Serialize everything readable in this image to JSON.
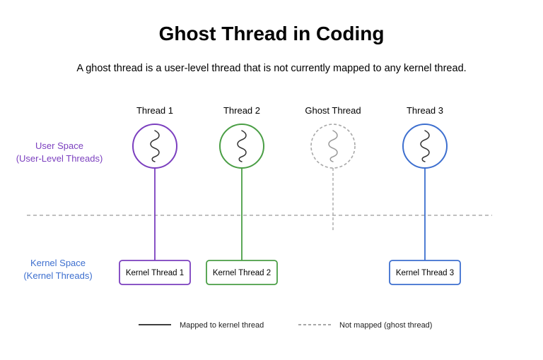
{
  "title": "Ghost Thread in Coding",
  "subtitle": "A ghost thread is a user-level thread that is not currently mapped to any kernel thread.",
  "colors": {
    "purple": "#7b3fbf",
    "green": "#4a9e45",
    "gray": "#a8a8a8",
    "blue": "#3d6fcf",
    "divider": "#9a9a9a",
    "text": "#111111"
  },
  "spaces": {
    "user": {
      "line1": "User Space",
      "line2": "(User-Level Threads)"
    },
    "kernel": {
      "line1": "Kernel Space",
      "line2": "(Kernel Threads)"
    }
  },
  "threads": [
    {
      "label": "Thread 1",
      "color": "#7b3fbf",
      "mapped": true,
      "kernel_label": "Kernel Thread 1"
    },
    {
      "label": "Thread 2",
      "color": "#4a9e45",
      "mapped": true,
      "kernel_label": "Kernel Thread 2"
    },
    {
      "label": "Ghost Thread",
      "color": "#a8a8a8",
      "mapped": false,
      "kernel_label": ""
    },
    {
      "label": "Thread 3",
      "color": "#3d6fcf",
      "mapped": true,
      "kernel_label": "Kernel Thread 3"
    }
  ],
  "legend": {
    "mapped": "Mapped to kernel thread",
    "not_mapped": "Not mapped (ghost thread)"
  }
}
